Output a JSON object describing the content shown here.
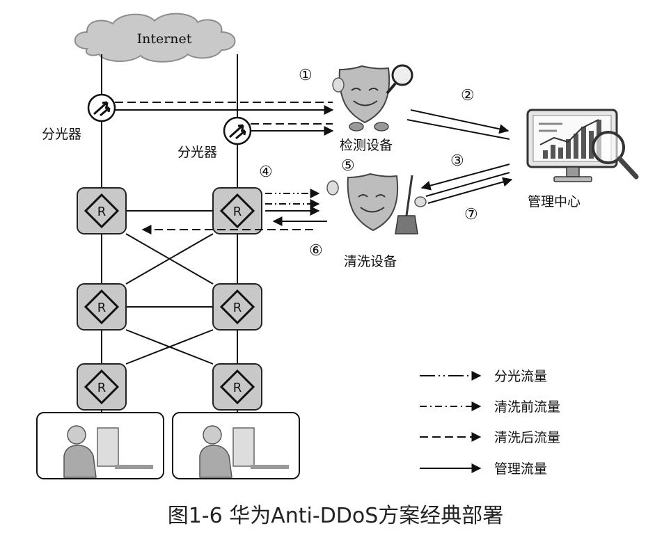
{
  "diagram": {
    "internet_label": "Internet",
    "splitter_label": "分光器",
    "detect_label": "检测设备",
    "clean_label": "清洗设备",
    "mgmt_label": "管理中心",
    "router_letter": "R",
    "steps": [
      "①",
      "②",
      "③",
      "④",
      "⑤",
      "⑥",
      "⑦"
    ]
  },
  "legend": [
    {
      "style": "dash-dot-dot",
      "label": "分光流量"
    },
    {
      "style": "dash-dot",
      "label": "清洗前流量"
    },
    {
      "style": "dashed",
      "label": "清洗后流量"
    },
    {
      "style": "solid",
      "label": "管理流量"
    }
  ],
  "caption": "图1-6 华为Anti-DDoS方案经典部署"
}
